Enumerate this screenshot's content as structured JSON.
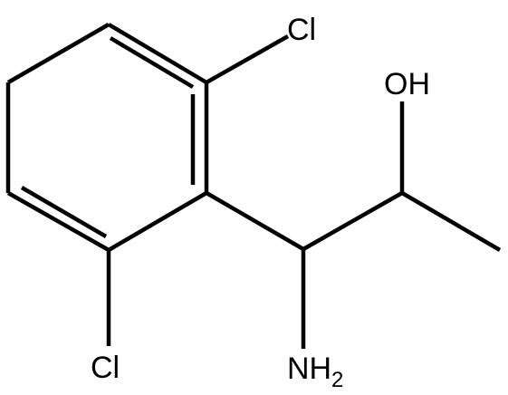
{
  "molecule": {
    "atom_labels": {
      "chlorine_top": "Cl",
      "chlorine_bottom": "Cl",
      "hydroxyl": "OH",
      "amine_main": "NH",
      "amine_subscript": "2"
    },
    "colors": {
      "bond": "#000000",
      "text": "#000000",
      "background": "#ffffff"
    }
  }
}
